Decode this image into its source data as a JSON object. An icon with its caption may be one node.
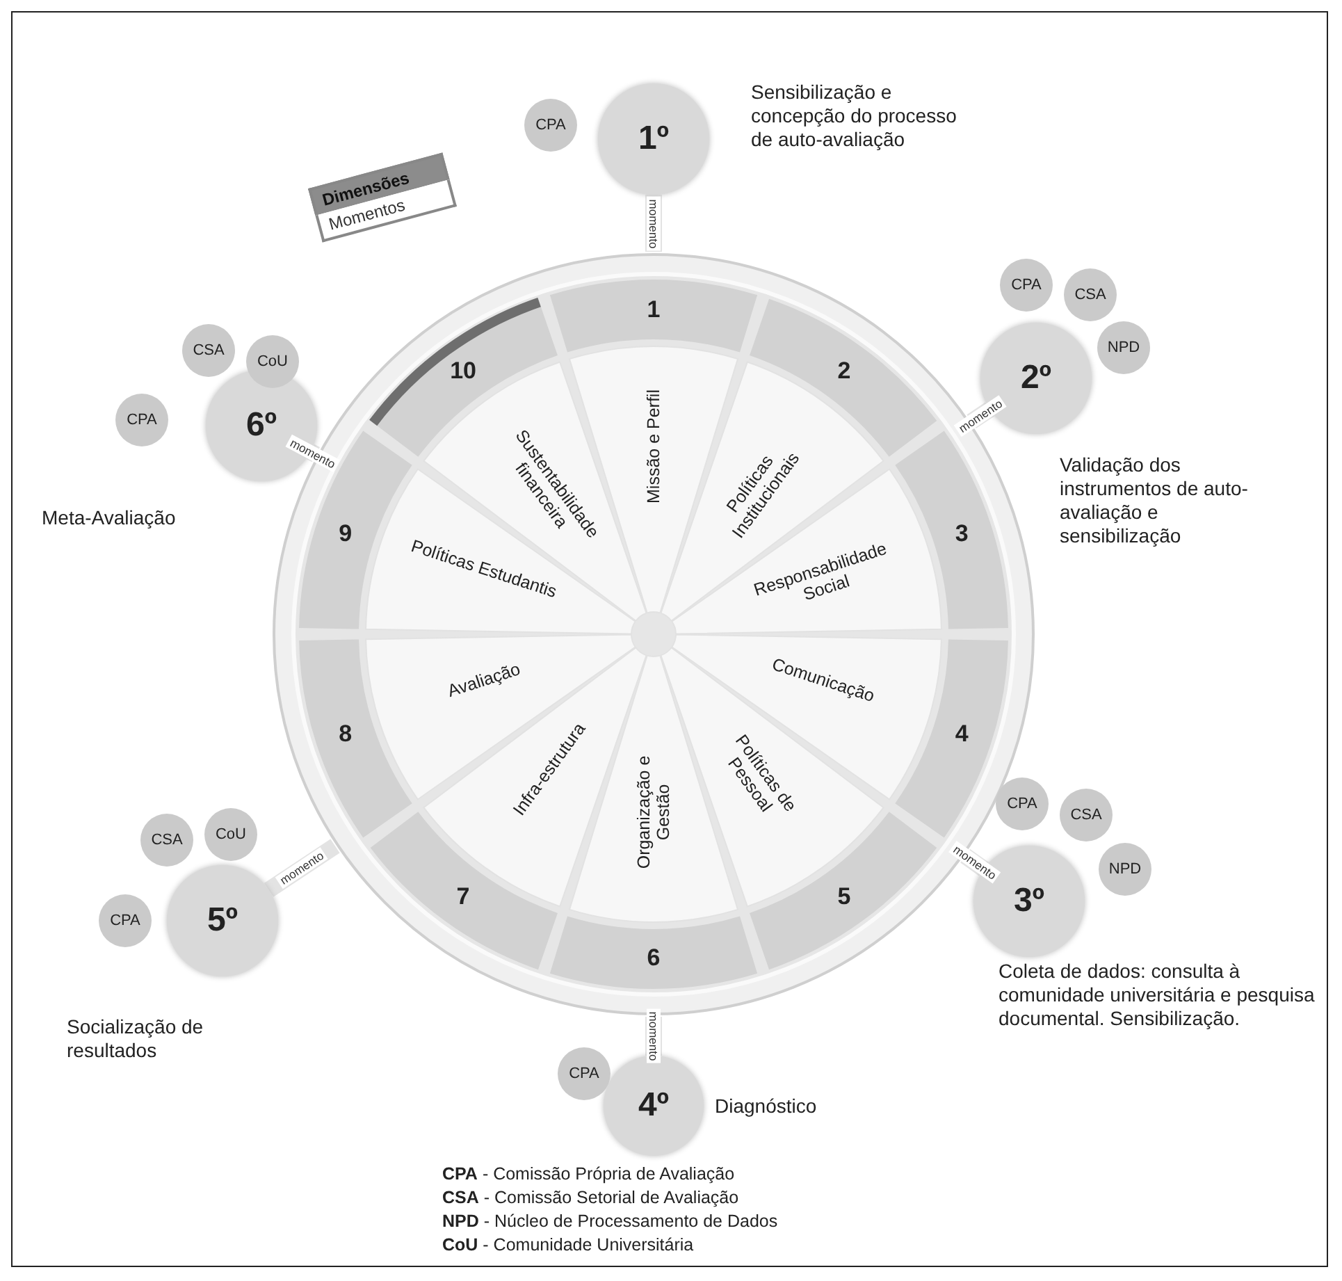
{
  "diagram": {
    "nodes": [
      {
        "text": [
          "Dimensões",
          "Momentos"
        ]
      },
      {
        "text": [],
        "shape": "circle"
      },
      {
        "text": [
          "1",
          "Missão e Perfil"
        ],
        "in": 1
      },
      {
        "text": [
          "2",
          "Políticas Institucionais"
        ],
        "in": 1
      },
      {
        "text": [
          "3",
          "Responsabilidade Social"
        ],
        "in": 1
      },
      {
        "text": [
          "4",
          "Comunicação"
        ],
        "in": 1
      },
      {
        "text": [
          "5",
          "Políticas de Pessoal"
        ],
        "in": 1
      },
      {
        "text": [
          "6",
          "Organização e Gestão"
        ],
        "in": 1
      },
      {
        "text": [
          "7",
          "Infra-estrutura"
        ],
        "in": 1
      },
      {
        "text": [
          "8",
          "Avaliação"
        ],
        "in": 1
      },
      {
        "text": [
          "9",
          "Políticas Estudantis"
        ],
        "in": 1
      },
      {
        "text": [
          "10",
          "Sustentabilidade financeira"
        ],
        "in": 1
      },
      {
        "text": [
          "1º"
        ],
        "beside": [
          "Sensibilização e concepção do processo de auto-avaliação"
        ]
      },
      {
        "text": [
          "CPA"
        ]
      },
      {
        "text": [
          "2º"
        ],
        "beside": [
          "Validação dos instrumentos de auto-avaliação e sensibilização"
        ]
      },
      {
        "text": [
          "CPA"
        ]
      },
      {
        "text": [
          "CSA"
        ]
      },
      {
        "text": [
          "NPD"
        ]
      },
      {
        "text": [
          "3º"
        ],
        "beside": [
          "Coleta de dados: consulta à comunidade universitária e pesquisa documental. Sensibilização."
        ]
      },
      {
        "text": [
          "CPA"
        ]
      },
      {
        "text": [
          "CSA"
        ]
      },
      {
        "text": [
          "NPD"
        ]
      },
      {
        "text": [
          "4º"
        ],
        "beside": [
          "Diagnóstico"
        ]
      },
      {
        "text": [
          "CPA"
        ]
      },
      {
        "text": [
          "5º"
        ],
        "beside": [
          "Socialização de resultados"
        ]
      },
      {
        "text": [
          "CPA"
        ]
      },
      {
        "text": [
          "CSA"
        ]
      },
      {
        "text": [
          "CoU"
        ]
      },
      {
        "text": [
          "6º"
        ],
        "beside": [
          "Meta-Avaliação"
        ]
      },
      {
        "text": [
          "CPA"
        ]
      },
      {
        "text": [
          "CSA"
        ]
      },
      {
        "text": [
          "CoU"
        ]
      }
    ],
    "edges": [
      {
        "from": 12,
        "to": 1,
        "arrow": "none",
        "label": "momento"
      },
      {
        "from": 14,
        "to": 1,
        "arrow": "none",
        "label": "momento"
      },
      {
        "from": 18,
        "to": 1,
        "arrow": "none",
        "label": "momento"
      },
      {
        "from": 22,
        "to": 1,
        "arrow": "none",
        "label": "momento"
      },
      {
        "from": 24,
        "to": 1,
        "arrow": "none",
        "label": "momento"
      },
      {
        "from": 28,
        "to": 1,
        "arrow": "none",
        "label": "momento"
      }
    ],
    "labels": [
      "**CPA** - Comissão Própria de Avaliação",
      "**CSA** - Comissão Setorial de Avaliação",
      "**NPD** - Núcleo de Processamento de Dados",
      "**CoU** - Comunidade Universitária"
    ]
  }
}
